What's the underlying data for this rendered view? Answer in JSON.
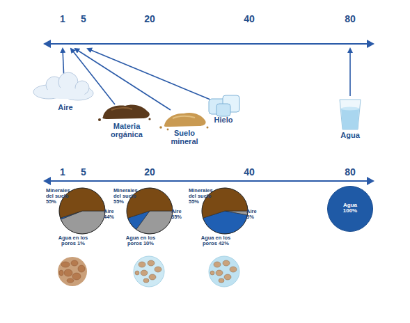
{
  "diagram": {
    "nodes": [
      {
        "text": [
          "Minerales del suelo 55%",
          "Aire 44%",
          "Agua en los poros 1%"
        ]
      },
      {
        "text": [
          "Minerales del suelo 55%",
          "Aire 35%",
          "Agua en los poros 10%"
        ]
      },
      {
        "text": [
          "Minerales del suelo 55%",
          "Aire 3%",
          "Agua en los poros 42%"
        ]
      },
      {
        "text": [
          "Agua 100%"
        ]
      }
    ],
    "labels": [
      "1",
      "5",
      "20",
      "40",
      "80",
      "Aire",
      "Materia orgánica",
      "Suelo mineral",
      "Hielo",
      "Agua",
      "1",
      "5",
      "20",
      "40",
      "80"
    ]
  }
}
